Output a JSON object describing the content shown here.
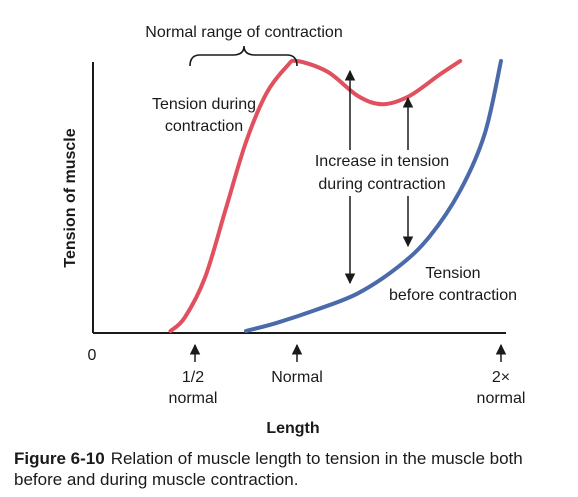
{
  "chart_data": {
    "type": "line",
    "title": "",
    "xlabel": "Length",
    "ylabel": "Tension of muscle",
    "x_origin_label": "0",
    "x_ticks": [
      {
        "line1": "1/2",
        "line2": "normal"
      },
      {
        "line1": "Normal",
        "line2": ""
      },
      {
        "line1": "2×",
        "line2": "normal"
      }
    ],
    "series": [
      {
        "name_lines": [
          "Tension during",
          "contraction"
        ],
        "color": "#e0505e",
        "points": [
          [
            0.38,
            0.0
          ],
          [
            0.45,
            0.05
          ],
          [
            0.55,
            0.2
          ],
          [
            0.65,
            0.45
          ],
          [
            0.75,
            0.7
          ],
          [
            0.85,
            0.88
          ],
          [
            0.95,
            0.98
          ],
          [
            1.0,
            1.0
          ],
          [
            1.15,
            0.96
          ],
          [
            1.3,
            0.87
          ],
          [
            1.42,
            0.84
          ],
          [
            1.55,
            0.87
          ],
          [
            1.7,
            0.95
          ],
          [
            1.8,
            1.0
          ]
        ]
      },
      {
        "name_lines": [
          "Tension",
          "before contraction"
        ],
        "color": "#4a6aaa",
        "points": [
          [
            0.75,
            0.0
          ],
          [
            0.9,
            0.03
          ],
          [
            1.1,
            0.08
          ],
          [
            1.3,
            0.14
          ],
          [
            1.5,
            0.24
          ],
          [
            1.65,
            0.35
          ],
          [
            1.8,
            0.52
          ],
          [
            1.92,
            0.73
          ],
          [
            2.0,
            1.0
          ]
        ]
      }
    ],
    "annotations": {
      "normal_range": "Normal range of contraction",
      "increase_lines": [
        "Increase in tension",
        "during contraction"
      ]
    },
    "grid": false,
    "legend": "none"
  },
  "caption": {
    "figure_number": "Figure 6-10",
    "text": "Relation of muscle length to tension in the muscle both before and during muscle contraction."
  }
}
